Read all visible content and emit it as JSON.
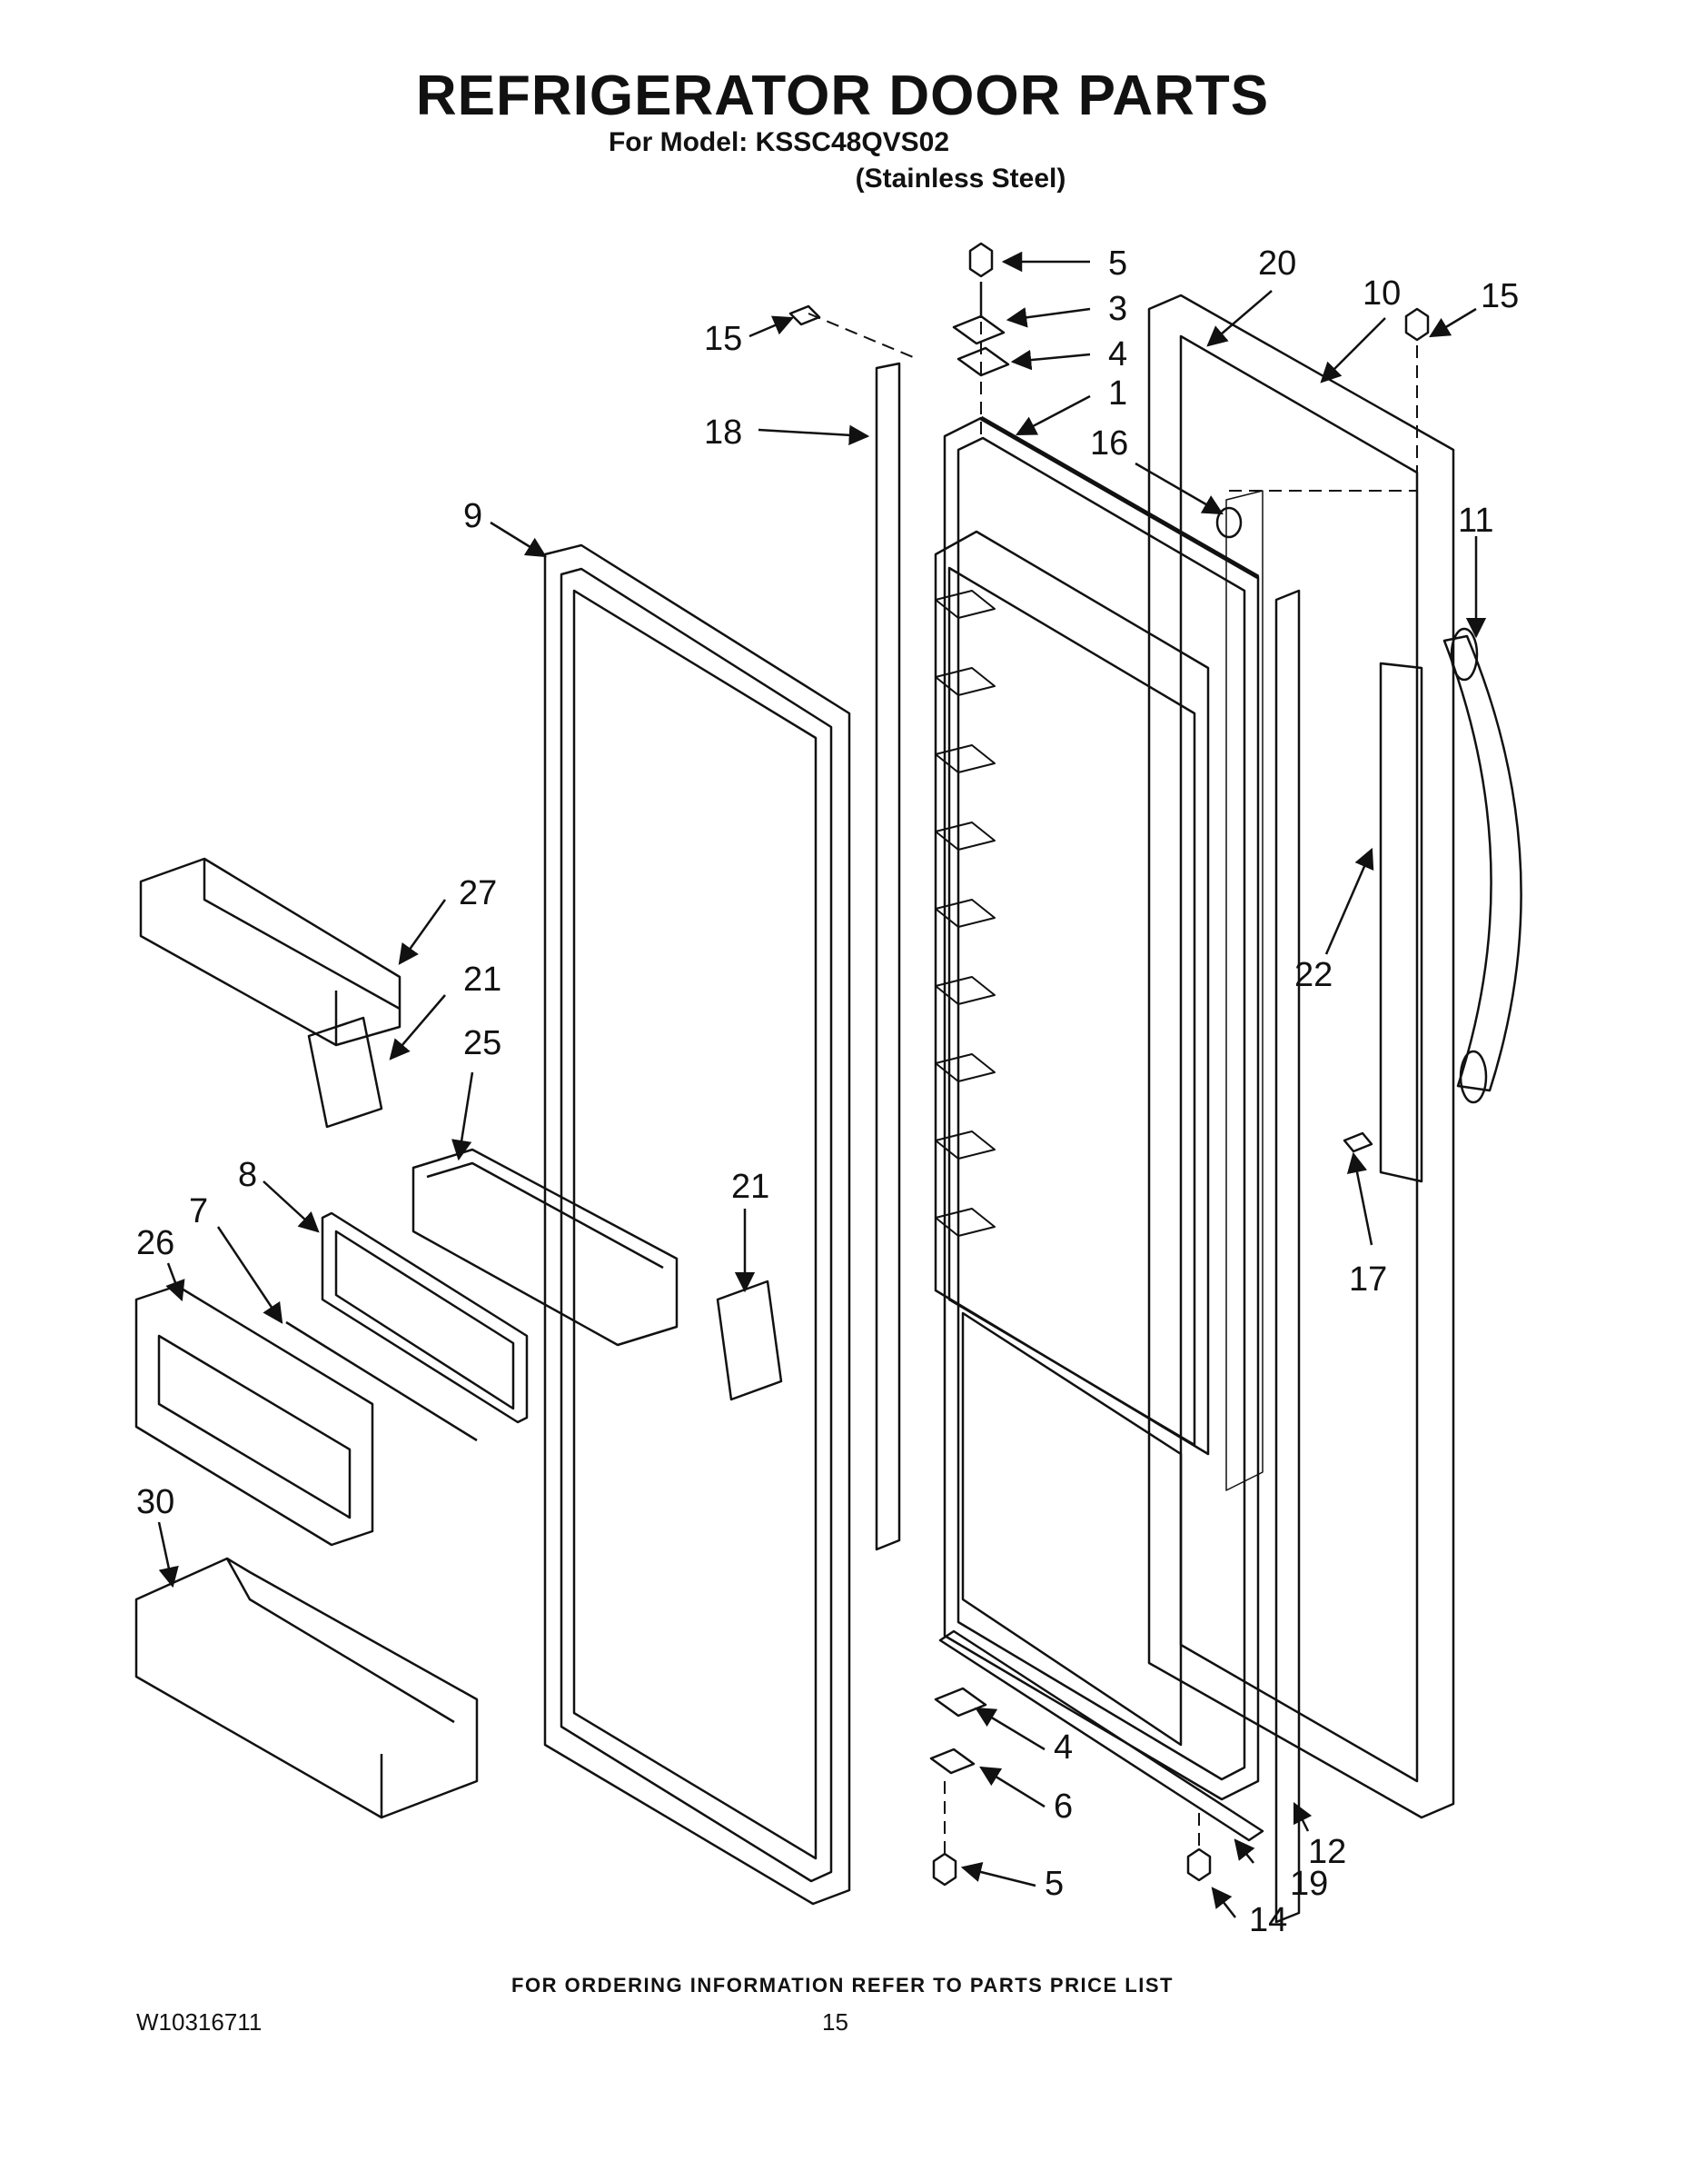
{
  "header": {
    "title": "REFRIGERATOR DOOR PARTS",
    "model": "For Model: KSSC48QVS02",
    "finish": "(Stainless Steel)"
  },
  "callouts": [
    {
      "id": "c5-top",
      "label": "5"
    },
    {
      "id": "c3",
      "label": "3"
    },
    {
      "id": "c4-top",
      "label": "4"
    },
    {
      "id": "c1",
      "label": "1"
    },
    {
      "id": "c15-left",
      "label": "15"
    },
    {
      "id": "c18",
      "label": "18"
    },
    {
      "id": "c20",
      "label": "20"
    },
    {
      "id": "c10",
      "label": "10"
    },
    {
      "id": "c15-right",
      "label": "15"
    },
    {
      "id": "c16",
      "label": "16"
    },
    {
      "id": "c11",
      "label": "11"
    },
    {
      "id": "c9",
      "label": "9"
    },
    {
      "id": "c27",
      "label": "27"
    },
    {
      "id": "c21-left",
      "label": "21"
    },
    {
      "id": "c25",
      "label": "25"
    },
    {
      "id": "c22",
      "label": "22"
    },
    {
      "id": "c8",
      "label": "8"
    },
    {
      "id": "c7",
      "label": "7"
    },
    {
      "id": "c26",
      "label": "26"
    },
    {
      "id": "c21-right",
      "label": "21"
    },
    {
      "id": "c17",
      "label": "17"
    },
    {
      "id": "c30",
      "label": "30"
    },
    {
      "id": "c4-bottom",
      "label": "4"
    },
    {
      "id": "c6",
      "label": "6"
    },
    {
      "id": "c12",
      "label": "12"
    },
    {
      "id": "c19",
      "label": "19"
    },
    {
      "id": "c5-bottom",
      "label": "5"
    },
    {
      "id": "c14",
      "label": "14"
    }
  ],
  "footer": {
    "note": "FOR ORDERING INFORMATION REFER TO PARTS PRICE LIST",
    "doc_number": "W10316711",
    "page_number": "15"
  }
}
